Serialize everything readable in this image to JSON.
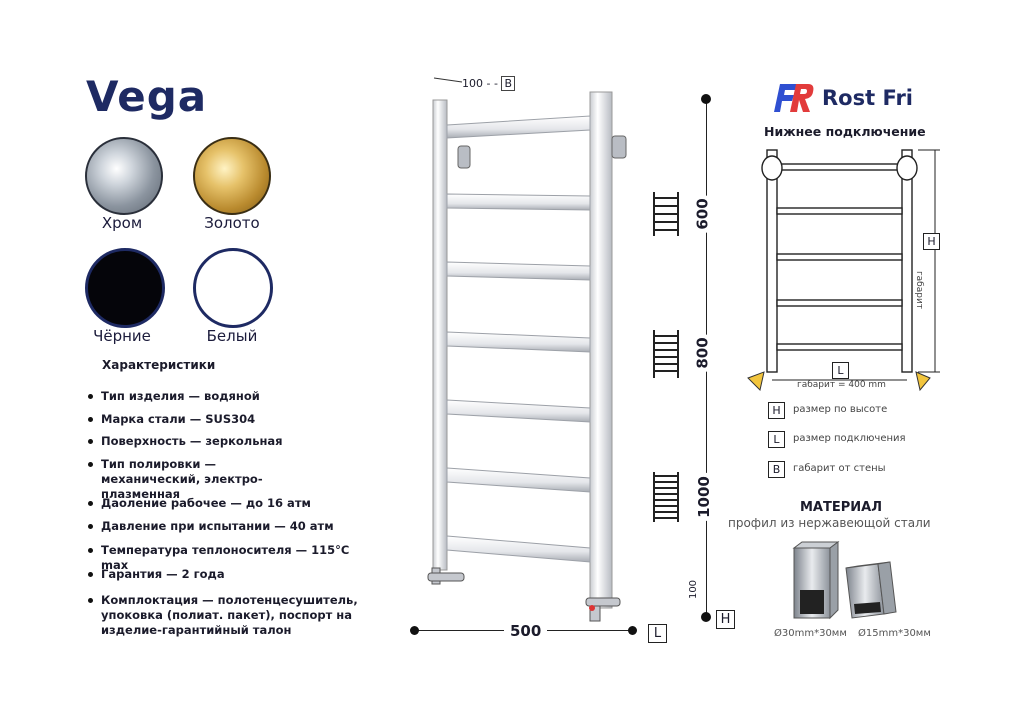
{
  "product": {
    "name": "Vega"
  },
  "colors_palette": {
    "brand": "#1e2a63",
    "logo_red": "#e23b3b",
    "logo_blue": "#2f4fd1",
    "arrow_yellow": "#f2c53d"
  },
  "finishes": [
    {
      "label": "Хром",
      "icon": "chrome-swatch"
    },
    {
      "label": "Золото",
      "icon": "gold-swatch"
    },
    {
      "label": "Чёрние",
      "icon": "black-swatch"
    },
    {
      "label": "Белый",
      "icon": "white-swatch"
    }
  ],
  "specs": {
    "title": "Характеристики",
    "items": [
      "Тип изделия — водяной",
      "Марка стали — SUS304",
      "Поверхность — зеркольная",
      "Тип полировки — механический, электро-плазменная",
      "Даоление рабочее — до 16 атм",
      "Давление при испытании — 40 атм",
      "Температура теплоносителя — 115°С max",
      "Гарантия — 2 года",
      "Комплоктация — полотенцесушитель, упоковка (полиат. пакет), поспорт на изделие-гарантийный талон"
    ]
  },
  "dimensions": {
    "top_offset": "100",
    "top_box": "B",
    "heights": [
      "600",
      "800",
      "1000"
    ],
    "bottom_offset": "100",
    "width": "500",
    "width_box": "L",
    "height_box": "H"
  },
  "brand": {
    "name": "Rost Fri",
    "subtitle": "Нижнее подключение"
  },
  "scheme": {
    "h_box": "H",
    "h_label": "габарит",
    "l_box": "L",
    "l_label": "габарит = 400 mm",
    "legend": [
      {
        "key": "H",
        "text": "размер по высоте"
      },
      {
        "key": "L",
        "text": "размер подключения"
      },
      {
        "key": "B",
        "text": "габарит от стены"
      }
    ]
  },
  "material": {
    "title": "МАТЕРИАЛ",
    "subtitle": "профил из нержавеющой стали",
    "captions": [
      "Ø30mm*30мм",
      "Ø15mm*30мм"
    ]
  }
}
